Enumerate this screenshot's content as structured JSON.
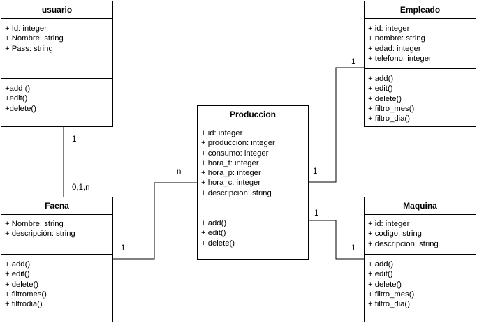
{
  "classes": {
    "usuario": {
      "name": "usuario",
      "attributes": [
        "+ Id: integer",
        "+ Nombre: string",
        "+ Pass: string"
      ],
      "operations": [
        "+add ()",
        "+edit()",
        "+delete()"
      ]
    },
    "empleado": {
      "name": "Empleado",
      "attributes": [
        "+ id: integer",
        "+ nombre: string",
        "+ edad: integer",
        "+ telefono: integer"
      ],
      "operations": [
        "+ add()",
        "+ edit()",
        "+ delete()",
        "+ filtro_mes()",
        "+ filtro_dia()"
      ]
    },
    "produccion": {
      "name": "Produccion",
      "attributes": [
        "+ id: integer",
        "+ producción: integer",
        "+ consumo: integer",
        "+ hora_t: integer",
        "+ hora_p: integer",
        "+ hora_c: integer",
        "+ descripcion: string"
      ],
      "operations": [
        "+ add()",
        "+ edit()",
        "+ delete()"
      ]
    },
    "faena": {
      "name": "Faena",
      "attributes": [
        "+ Nombre: string",
        "+ descripción: string"
      ],
      "operations": [
        "+ add()",
        "+ edit()",
        "+ delete()",
        "+ filtromes()",
        "+ filtrodia()"
      ]
    },
    "maquina": {
      "name": "Maquina",
      "attributes": [
        "+ id: integer",
        "+ codigo: string",
        "+ descripcion: string"
      ],
      "operations": [
        "+ add()",
        "+ edit()",
        "+ delete()",
        "+ filtro_mes()",
        "+ filtro_dia()"
      ]
    }
  },
  "multiplicities": {
    "usuario_faena_top": "1",
    "usuario_faena_bottom": "0,1,n",
    "faena_produccion_faena": "1",
    "faena_produccion_produccion": "n",
    "produccion_empleado_produccion": "1",
    "produccion_empleado_empleado": "1",
    "produccion_maquina_produccion": "1",
    "produccion_maquina_maquina": "1"
  }
}
